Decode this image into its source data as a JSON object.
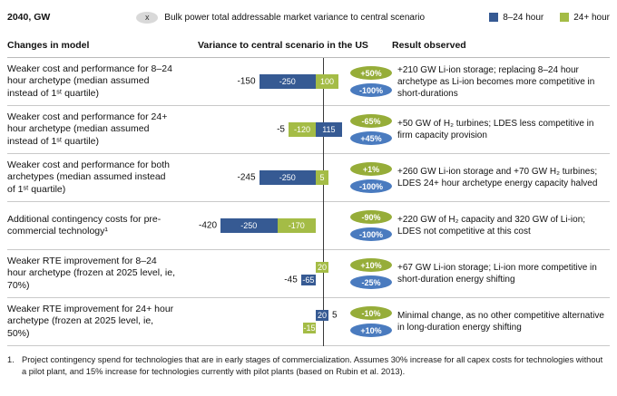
{
  "header": {
    "units": "2040, GW",
    "columns": [
      "Changes in model",
      "Variance to central scenario in the US",
      "Result observed"
    ]
  },
  "legend": {
    "symbol": "x",
    "description": "Bulk power total addressable market variance to central scenario",
    "series": [
      {
        "label": "8–24 hour"
      },
      {
        "label": "24+ hour"
      }
    ]
  },
  "colors": {
    "series_8_24": "#365a93",
    "series_24_plus": "#a4bc46",
    "badge_blue": "#4a7bbf",
    "badge_green": "#96ad39"
  },
  "rows": [
    {
      "description": "Weaker cost and performance for 8–24 hour archetype (median assumed instead of 1ˢᵗ quartile)",
      "layout": "inline",
      "total": -150,
      "bars": [
        {
          "series": "8–24 hour",
          "value": -250
        },
        {
          "series": "24+ hour",
          "value": 100
        }
      ],
      "badges": [
        {
          "series": "24+ hour",
          "label": "+50%"
        },
        {
          "series": "8–24 hour",
          "label": "-100%"
        }
      ],
      "result": "+210 GW Li-ion storage; replacing 8–24 hour archetype as Li-ion becomes more competitive in short-durations"
    },
    {
      "description": "Weaker cost and performance for 24+ hour archetype (median assumed instead of 1ˢᵗ quartile)",
      "layout": "inline",
      "total": -5,
      "bars": [
        {
          "series": "24+ hour",
          "value": -120
        },
        {
          "series": "8–24 hour",
          "value": 115
        }
      ],
      "badges": [
        {
          "series": "24+ hour",
          "label": "-65%"
        },
        {
          "series": "8–24 hour",
          "label": "+45%"
        }
      ],
      "result": "+50 GW of H₂ turbines; LDES less competitive in firm capacity provision"
    },
    {
      "description": "Weaker cost and performance for both archetypes (median assumed instead of 1ˢᵗ quartile)",
      "layout": "inline",
      "total": -245,
      "bars": [
        {
          "series": "8–24 hour",
          "value": -250
        },
        {
          "series": "24+ hour",
          "value": 5
        }
      ],
      "badges": [
        {
          "series": "24+ hour",
          "label": "+1%"
        },
        {
          "series": "8–24 hour",
          "label": "-100%"
        }
      ],
      "result": "+260 GW Li-ion storage and +70 GW H₂ turbines; LDES 24+ hour archetype energy capacity halved"
    },
    {
      "description": "Additional contingency costs for pre-commercial technology¹",
      "layout": "inline",
      "total": -420,
      "bars": [
        {
          "series": "24+ hour",
          "value": -170
        },
        {
          "series": "8–24 hour",
          "value": -250
        }
      ],
      "badges": [
        {
          "series": "24+ hour",
          "label": "-90%"
        },
        {
          "series": "8–24 hour",
          "label": "-100%"
        }
      ],
      "result": "+220 GW of H₂ capacity and 320 GW of Li-ion; LDES not competitive at this cost"
    },
    {
      "description": "Weaker RTE improvement for 8–24 hour archetype (frozen at 2025 level, ie, 70%)",
      "layout": "two-line",
      "total": -45,
      "bars": [
        {
          "series": "24+ hour",
          "value": 20
        },
        {
          "series": "8–24 hour",
          "value": -65
        }
      ],
      "badges": [
        {
          "series": "24+ hour",
          "label": "+10%"
        },
        {
          "series": "8–24 hour",
          "label": "-25%"
        }
      ],
      "result": "+67 GW Li-ion storage; Li-ion more competitive in short-duration energy shifting"
    },
    {
      "description": "Weaker RTE improvement for 24+ hour archetype (frozen at 2025 level, ie, 50%)",
      "layout": "two-line",
      "total": 5,
      "bars": [
        {
          "series": "8–24 hour",
          "value": 20
        },
        {
          "series": "24+ hour",
          "value": -15
        }
      ],
      "badges": [
        {
          "series": "24+ hour",
          "label": "-10%"
        },
        {
          "series": "8–24 hour",
          "label": "+10%"
        }
      ],
      "result": "Minimal change, as no other competitive alternative in long-duration energy shifting"
    }
  ],
  "footnote": {
    "marker": "1.",
    "text": "Project contingency spend for technologies that are in early stages of commercialization. Assumes 30% increase for all capex costs for technologies without a pilot plant, and 15% increase for technologies currently with pilot plants (based on Rubin et al. 2013)."
  },
  "chart_data": {
    "type": "bar",
    "subtype": "horizontal-diverging-stacked",
    "title": "Bulk power total addressable market variance to central scenario",
    "units": "GW",
    "year_label": "2040, GW",
    "categories": [
      "Weaker cost and performance for 8–24 hour archetype (median assumed instead of 1st quartile)",
      "Weaker cost and performance for 24+ hour archetype (median assumed instead of 1st quartile)",
      "Weaker cost and performance for both archetypes (median assumed instead of 1st quartile)",
      "Additional contingency costs for pre-commercial technology",
      "Weaker RTE improvement for 8–24 hour archetype (frozen at 2025 level, ie, 70%)",
      "Weaker RTE improvement for 24+ hour archetype (frozen at 2025 level, ie, 50%)"
    ],
    "series": [
      {
        "name": "8–24 hour",
        "color": "#365a93",
        "values": [
          -250,
          115,
          -250,
          -250,
          -65,
          20
        ],
        "percent_variance": [
          "-100%",
          "+45%",
          "-100%",
          "-100%",
          "-25%",
          "+10%"
        ]
      },
      {
        "name": "24+ hour",
        "color": "#a4bc46",
        "values": [
          100,
          -120,
          5,
          -170,
          20,
          -15
        ],
        "percent_variance": [
          "+50%",
          "-65%",
          "+1%",
          "-90%",
          "+10%",
          "-10%"
        ]
      }
    ],
    "totals": [
      -150,
      -5,
      -245,
      -420,
      -45,
      5
    ],
    "xlim": [
      -470,
      150
    ],
    "zero_axis": true,
    "grid": false,
    "legend_position": "top-right"
  }
}
